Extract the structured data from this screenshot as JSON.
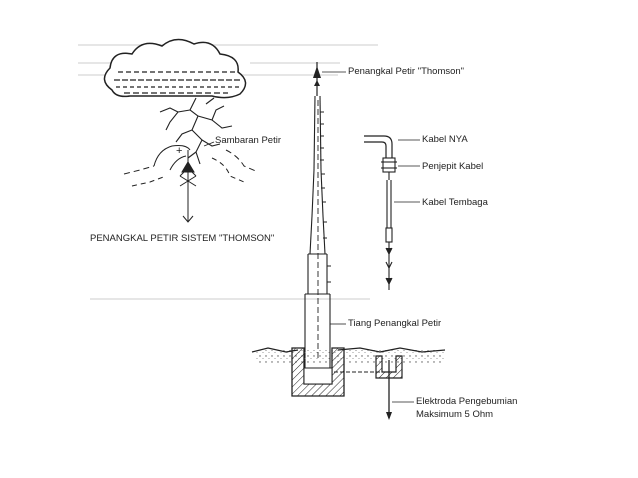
{
  "labels": {
    "thomson_top": "Penangkal Petir \"Thomson\"",
    "kabel_nya": "Kabel NYA",
    "penjepit_kabel": "Penjepit Kabel",
    "kabel_tembaga": "Kabel Tembaga",
    "sambaran_petir": "Sambaran Petir",
    "sistem_thomson": "PENANGKAL PETIR SISTEM \"THOMSON\"",
    "tiang": "Tiang Penangkal Petir",
    "elektroda_line1": "Elektroda Pengebumian",
    "elektroda_line2": "Maksimum 5 Ohm",
    "plus_sign": "+"
  },
  "colors": {
    "ink": "#222222",
    "bleed": "#e6e6e6",
    "background": "#ffffff"
  }
}
